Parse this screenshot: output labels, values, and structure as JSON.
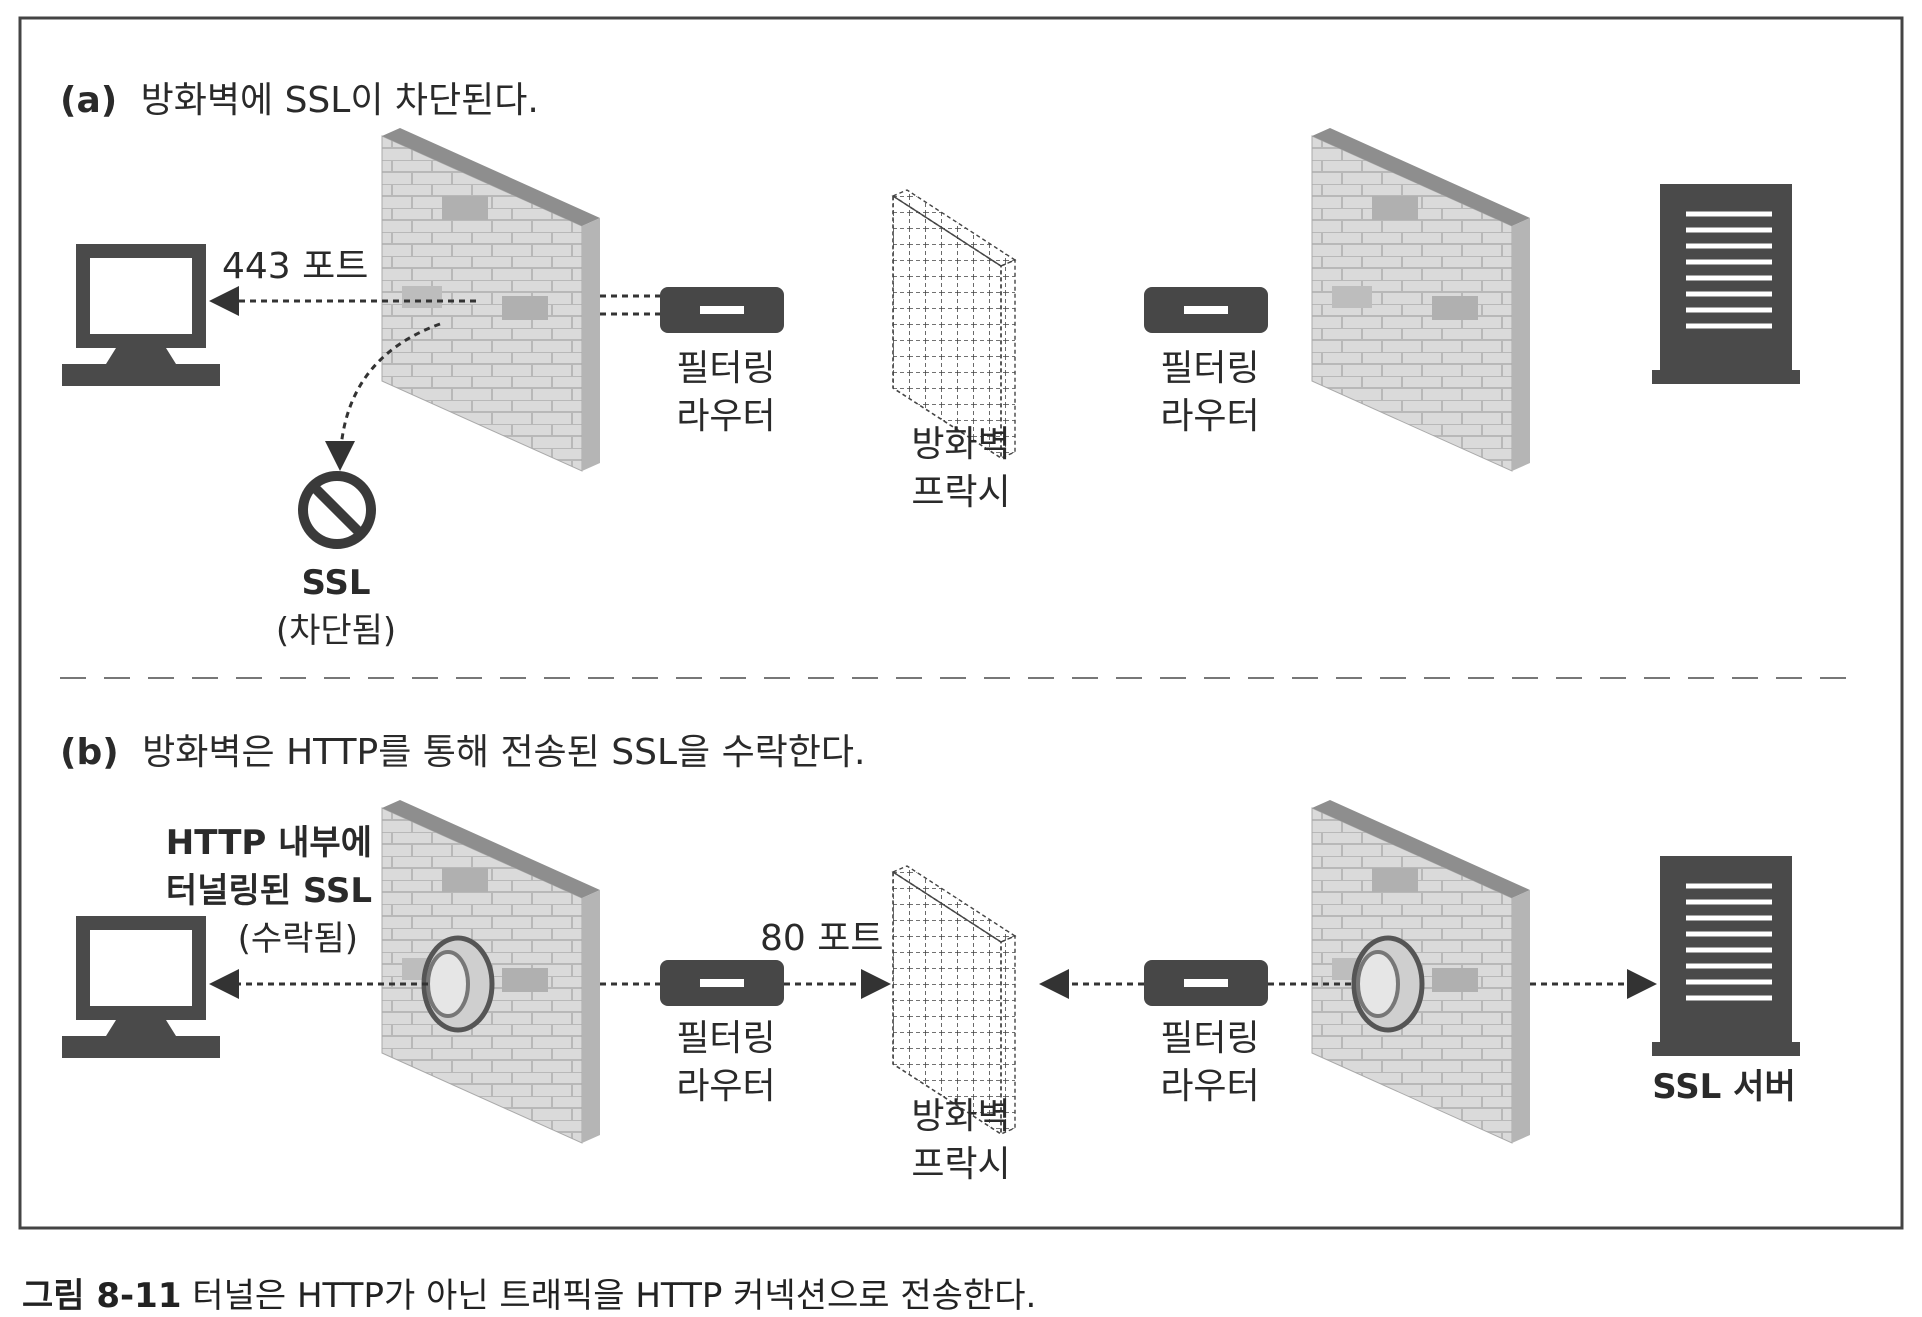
{
  "panel_a": {
    "title_prefix": "(a)",
    "title_text": "방화벽에 SSL이 차단된다.",
    "port_label": "443 포트",
    "router1_label": [
      "필터링",
      "라우터"
    ],
    "proxy_label": [
      "방화벽",
      "프락시"
    ],
    "router2_label": [
      "필터링",
      "라우터"
    ],
    "blocked_label": [
      "SSL",
      "(차단됨)"
    ]
  },
  "panel_b": {
    "title_prefix": "(b)",
    "title_text": "방화벽은 HTTP를 통해 전송된 SSL을 수락한다.",
    "tunnel_label": [
      "HTTP 내부에",
      "터널링된 SSL",
      "(수락됨)"
    ],
    "port_label": "80 포트",
    "router1_label": [
      "필터링",
      "라우터"
    ],
    "proxy_label": [
      "방화벽",
      "프락시"
    ],
    "router2_label": [
      "필터링",
      "라우터"
    ],
    "server_label": "SSL 서버"
  },
  "caption": {
    "figure_number": "그림 8-11",
    "text": "터널은 HTTP가 아닌 트래픽을 HTTP 커넥션으로 전송한다."
  },
  "colors": {
    "frame": "#444444",
    "device": "#4a4a4a",
    "wall": "#d6d6d6",
    "wall_side": "#9a9a9a",
    "arrow": "#333333"
  },
  "icons": [
    "computer-icon",
    "firewall-wall-icon",
    "router-icon",
    "proxy-mesh-icon",
    "server-icon",
    "blocked-icon",
    "tunnel-ring-icon"
  ]
}
